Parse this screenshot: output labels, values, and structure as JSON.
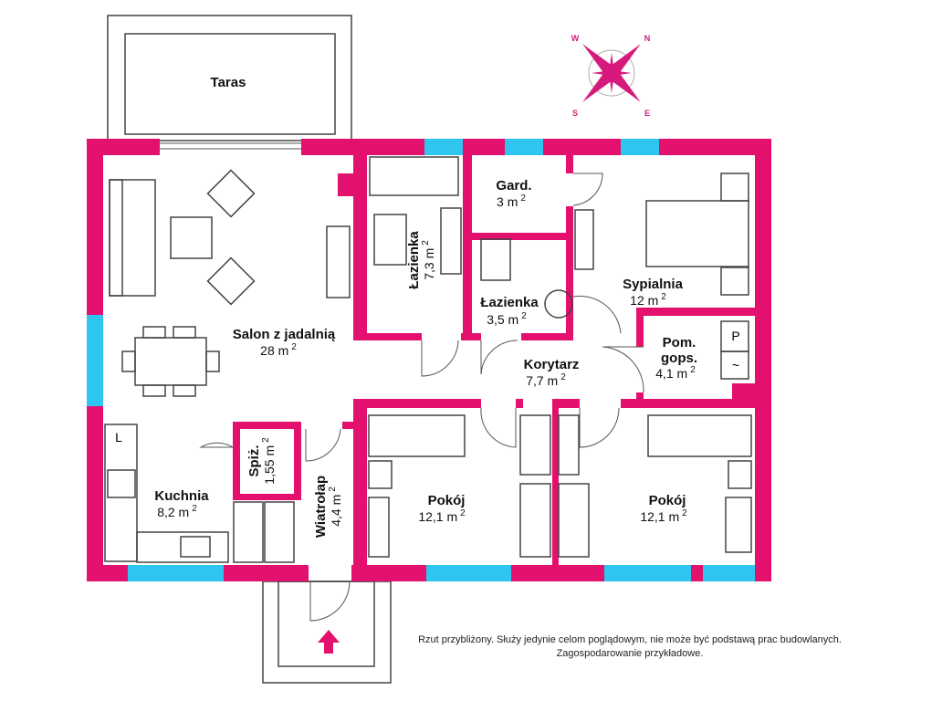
{
  "colors": {
    "wall": "#e3106e",
    "window": "#2ec5ef",
    "compass": "#d6197c"
  },
  "compass": {
    "n": "N",
    "e": "E",
    "s": "S",
    "w": "W"
  },
  "rooms": {
    "taras": {
      "name": "Taras"
    },
    "salon": {
      "name": "Salon z jadalnią",
      "area": "28 m",
      "sup": "2"
    },
    "lazienka1": {
      "name": "Łazienka",
      "area": "7,3 m",
      "sup": "2"
    },
    "gard": {
      "name": "Gard.",
      "area": "3 m",
      "sup": "2"
    },
    "lazienka2": {
      "name": "Łazienka",
      "area": "3,5 m",
      "sup": "2"
    },
    "sypialnia": {
      "name": "Sypialnia",
      "area": "12 m",
      "sup": "2"
    },
    "korytarz": {
      "name": "Korytarz",
      "area": "7,7 m",
      "sup": "2"
    },
    "pom": {
      "name": "Pom.",
      "name2": "gops.",
      "area": "4,1 m",
      "sup": "2"
    },
    "spiz": {
      "name": "Spiż.",
      "area": "1,55 m",
      "sup": "2"
    },
    "kuchnia": {
      "name": "Kuchnia",
      "area": "8,2 m",
      "sup": "2"
    },
    "wiatrolap": {
      "name": "Wiatrołap",
      "area": "4,4 m",
      "sup": "2"
    },
    "pokoj1": {
      "name": "Pokój",
      "area": "12,1 m",
      "sup": "2"
    },
    "pokoj2": {
      "name": "Pokój",
      "area": "12,1 m",
      "sup": "2"
    }
  },
  "appliances": {
    "fridge": "L",
    "boiler": "P",
    "washer": "~"
  },
  "note": {
    "line1": "Rzut przybliżony. Służy jedynie celom poglądowym, nie może być podstawą prac budowlanych.",
    "line2": "Zagospodarowanie przykładowe."
  }
}
